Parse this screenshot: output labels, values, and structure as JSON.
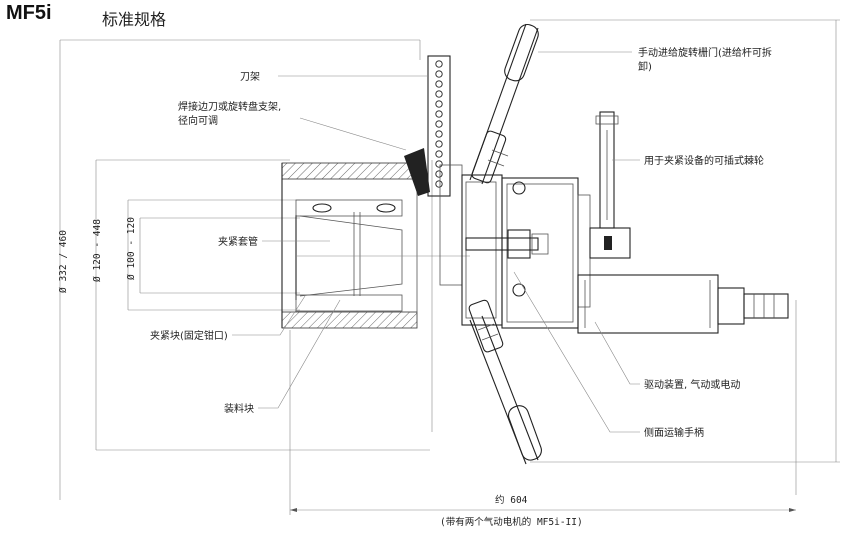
{
  "header": {
    "model": "MF5i",
    "title": "标准规格"
  },
  "labels": {
    "tool_holder": "刀架",
    "welding_bracket_1": "焊接边刀或旋转盘支架,",
    "welding_bracket_2": "径向可调",
    "clamp_sleeve": "夹紧套管",
    "clamp_block": "夹紧块(固定钳口)",
    "loading_block": "装料块",
    "handwheel_1": "手动进给旋转栅门(进给杆可拆",
    "handwheel_2": "卸)",
    "ratchet": "用于夹紧设备的可插式棘轮",
    "drive": "驱动装置, 气动或电动",
    "side_handle": "侧面运输手柄"
  },
  "dimensions": {
    "d332": "Ø 332 / 460",
    "d120": "Ø 120 - 448",
    "d100": "Ø 100 - 120",
    "length": "约 604",
    "note": "(带有两个气动电机的 MF5i-II)"
  }
}
